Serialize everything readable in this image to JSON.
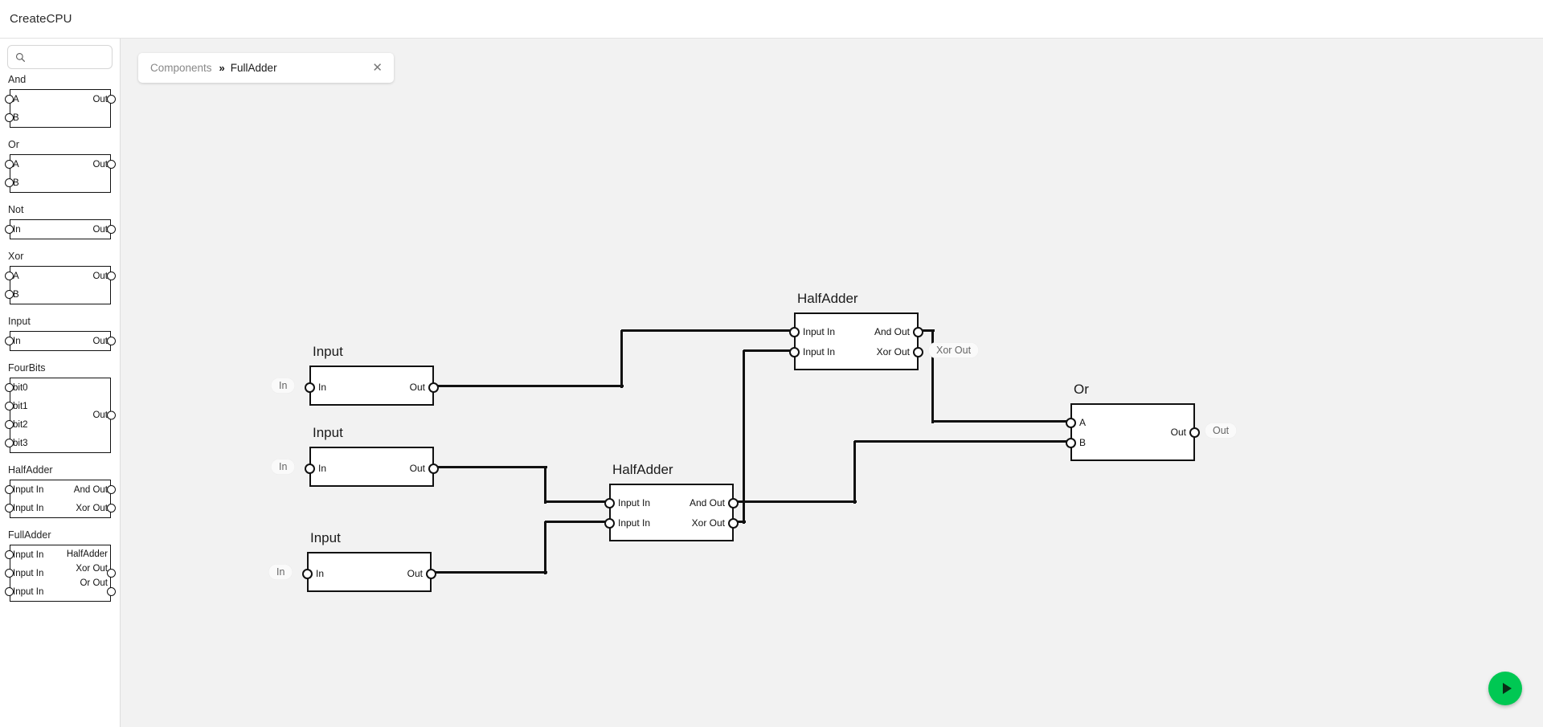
{
  "app": {
    "title": "CreateCPU"
  },
  "search": {
    "value": "",
    "placeholder": "",
    "icon": "search-icon"
  },
  "tab": {
    "root": "Components",
    "separator": "»",
    "leaf": "FullAdder",
    "close": "✕"
  },
  "run_button": {
    "icon": "play-icon",
    "color": "#00c853"
  },
  "palette": {
    "items": [
      {
        "name": "And",
        "inputs": [
          "A",
          "B"
        ],
        "outputs": [
          "Out"
        ],
        "out_mode": "rows"
      },
      {
        "name": "Or",
        "inputs": [
          "A",
          "B"
        ],
        "outputs": [
          "Out"
        ],
        "out_mode": "rows"
      },
      {
        "name": "Not",
        "inputs": [
          "In"
        ],
        "outputs": [
          "Out"
        ],
        "out_mode": "rows"
      },
      {
        "name": "Xor",
        "inputs": [
          "A",
          "B"
        ],
        "outputs": [
          "Out"
        ],
        "out_mode": "rows"
      },
      {
        "name": "Input",
        "inputs": [
          "In"
        ],
        "outputs": [
          "Out"
        ],
        "out_mode": "rows"
      },
      {
        "name": "FourBits",
        "inputs": [
          "bit0",
          "bit1",
          "bit2",
          "bit3"
        ],
        "outputs": [
          "Out"
        ],
        "out_mode": "middle"
      },
      {
        "name": "HalfAdder",
        "inputs": [
          "Input In",
          "Input In"
        ],
        "outputs": [
          "And Out",
          "Xor Out"
        ],
        "out_mode": "rows"
      },
      {
        "name": "FullAdder",
        "inputs": [
          "Input In",
          "Input In",
          "Input In"
        ],
        "outputs": [
          "HalfAdder",
          "Xor Out",
          "Or Out"
        ],
        "out_mode": "stack"
      }
    ]
  },
  "canvas": {
    "nodes": [
      {
        "id": "input1",
        "type": "Input",
        "title": "Input",
        "inputs": [
          "In"
        ],
        "outputs": [
          "Out"
        ],
        "left_pill": "In"
      },
      {
        "id": "input2",
        "type": "Input",
        "title": "Input",
        "inputs": [
          "In"
        ],
        "outputs": [
          "Out"
        ],
        "left_pill": "In"
      },
      {
        "id": "input3",
        "type": "Input",
        "title": "Input",
        "inputs": [
          "In"
        ],
        "outputs": [
          "Out"
        ],
        "left_pill": "In"
      },
      {
        "id": "halfadder_top",
        "type": "HalfAdder",
        "title": "HalfAdder",
        "inputs": [
          "Input In",
          "Input In"
        ],
        "outputs": [
          "And Out",
          "Xor Out"
        ],
        "right_pill": "Xor Out"
      },
      {
        "id": "halfadder_bottom",
        "type": "HalfAdder",
        "title": "HalfAdder",
        "inputs": [
          "Input In",
          "Input In"
        ],
        "outputs": [
          "And Out",
          "Xor Out"
        ]
      },
      {
        "id": "or1",
        "type": "Or",
        "title": "Or",
        "inputs": [
          "A",
          "B"
        ],
        "outputs": [
          "Out"
        ],
        "right_pill": "Out"
      }
    ]
  }
}
